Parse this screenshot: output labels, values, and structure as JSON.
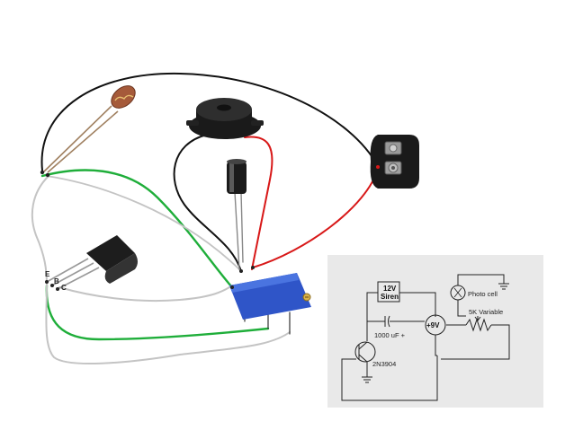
{
  "pictorial": {
    "pin_labels": {
      "emitter": "E",
      "base": "B",
      "collector": "C"
    }
  },
  "schematic": {
    "siren_label_line1": "12V",
    "siren_label_line2": "Siren",
    "battery_label": "+9V",
    "photocell_label": "Photo cell",
    "pot_label": "5K Variable",
    "capacitor_label": "1000 uF +",
    "transistor_label": "2N3904"
  },
  "colors": {
    "wire_black": "#111111",
    "wire_red": "#d81818",
    "wire_green": "#1fae3a",
    "wire_gray": "#bdbdbd",
    "pot_blue": "#2f55c8",
    "schematic_panel": "#e9e9e9"
  }
}
